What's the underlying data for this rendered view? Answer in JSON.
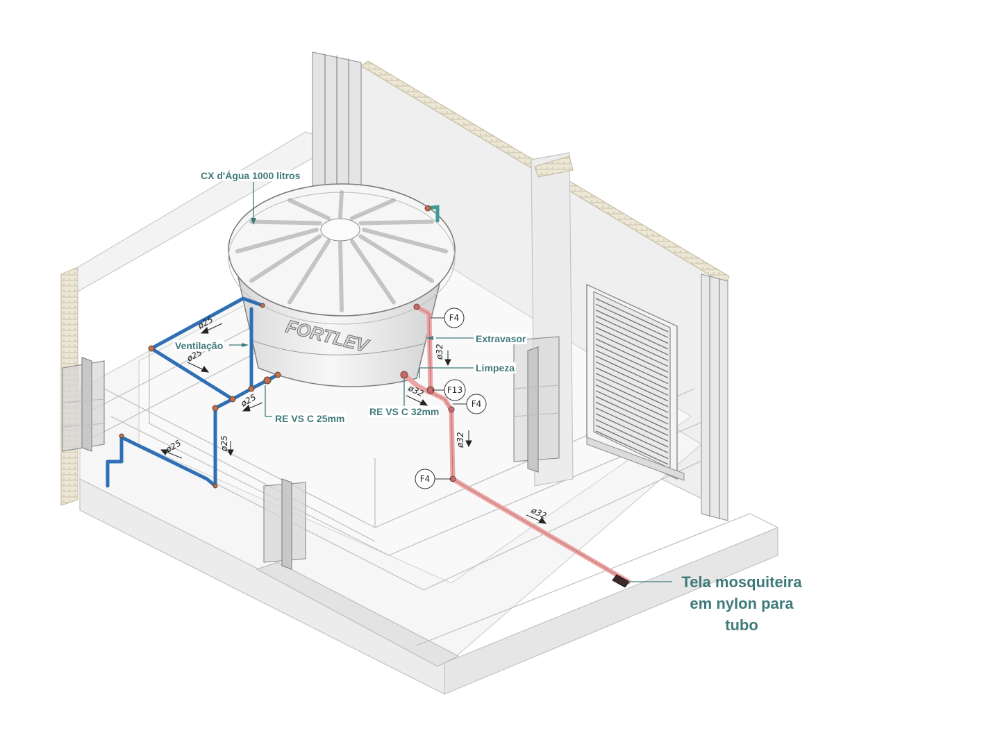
{
  "colors": {
    "cold_water_pipe": "#2f6fb4",
    "overflow_pipe": "#eba4a4",
    "label_text": "#3f7a7a",
    "structure_line": "#bdbdbd"
  },
  "tank": {
    "label": "CX d'Água 1000 litros",
    "brand": "FORTLEV"
  },
  "labels": {
    "ventilacao": "Ventilação",
    "extravasor": "Extravasor",
    "limpeza": "Limpeza",
    "re_25": "RE VS C 25mm",
    "re_32": "RE VS C 32mm"
  },
  "note": {
    "line1": "Tela mosquiteira",
    "line2": "em nylon para",
    "line3": "tubo"
  },
  "fittings": {
    "f4_top": "F4",
    "f13": "F13",
    "f4_mid": "F4",
    "f4_low": "F4"
  },
  "dimensions": {
    "d25_a": "ø25",
    "d25_b": "ø25",
    "d25_c": "ø25",
    "d25_d": "ø25",
    "d25_e": "ø25",
    "d32_a": "ø32",
    "d32_b": "ø32",
    "d32_c": "ø32",
    "d32_d": "ø32"
  }
}
